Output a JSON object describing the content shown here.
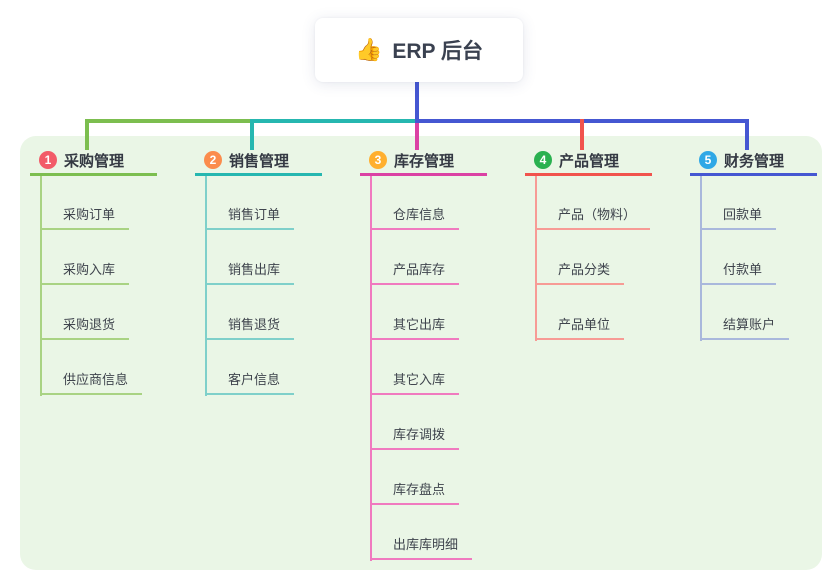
{
  "root": {
    "icon": "👍",
    "title": "ERP 后台"
  },
  "connector": {
    "trunk_color": "#4557d2"
  },
  "panel": {
    "background": "#eaf6e6"
  },
  "branches": [
    {
      "num": "1",
      "label": "采购管理",
      "color": "#7cbe4f",
      "light": "#a9d383",
      "badge": "#f25b68",
      "children": [
        "采购订单",
        "采购入库",
        "采购退货",
        "供应商信息"
      ]
    },
    {
      "num": "2",
      "label": "销售管理",
      "color": "#26b7b0",
      "light": "#7fd0ca",
      "badge": "#fb8c4c",
      "children": [
        "销售订单",
        "销售出库",
        "销售退货",
        "客户信息"
      ]
    },
    {
      "num": "3",
      "label": "库存管理",
      "color": "#db41a4",
      "light": "#f07abf",
      "badge": "#ffaf2e",
      "children": [
        "仓库信息",
        "产品库存",
        "其它出库",
        "其它入库",
        "库存调拨",
        "库存盘点",
        "出库库明细"
      ]
    },
    {
      "num": "4",
      "label": "产品管理",
      "color": "#f1534d",
      "light": "#f79b95",
      "badge": "#2ab150",
      "children": [
        "产品（物料）",
        "产品分类",
        "产品单位"
      ]
    },
    {
      "num": "5",
      "label": "财务管理",
      "color": "#4557d2",
      "light": "#a9b8dc",
      "badge": "#2fa8e6",
      "children": [
        "回款单",
        "付款单",
        "结算账户"
      ]
    }
  ]
}
